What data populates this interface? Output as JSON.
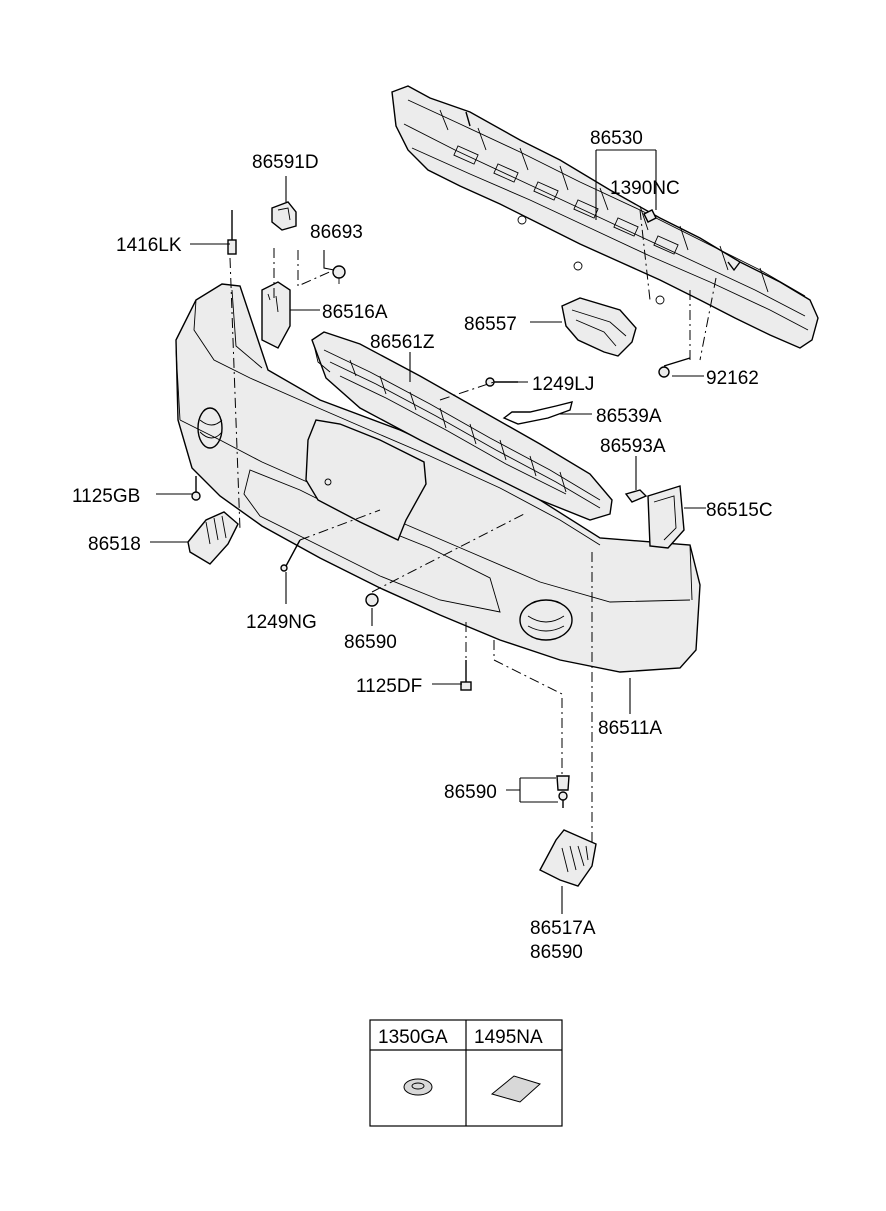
{
  "parts": {
    "p86530": "86530",
    "p1390NC": "1390NC",
    "p86591D": "86591D",
    "p86693": "86693",
    "p1416LK": "1416LK",
    "p86516A": "86516A",
    "p86557": "86557",
    "p86561Z": "86561Z",
    "p92162": "92162",
    "p1249LJ": "1249LJ",
    "p86539A": "86539A",
    "p86593A": "86593A",
    "p1125GB": "1125GB",
    "p86515C": "86515C",
    "p86518": "86518",
    "p1249NG": "1249NG",
    "p86590a": "86590",
    "p1125DF": "1125DF",
    "p86511A": "86511A",
    "p86590b": "86590",
    "p86517A": "86517A",
    "p86590c": "86590"
  },
  "legend_table": {
    "col1_header": "1350GA",
    "col2_header": "1495NA",
    "col1_icon": "washer-icon",
    "col2_icon": "pad-icon"
  }
}
